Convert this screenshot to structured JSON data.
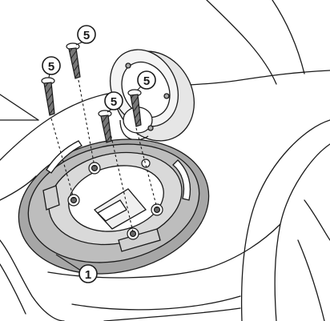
{
  "callouts": {
    "screw_a": "5",
    "screw_b": "5",
    "screw_c": "5",
    "screw_d": "5",
    "flange": "1"
  },
  "colors": {
    "line": "#1a1a1a",
    "flange_fill": "#a6a6a6",
    "flange_light": "#cfcfcf",
    "screw_fill": "#6e6e6e",
    "background": "#ffffff"
  }
}
